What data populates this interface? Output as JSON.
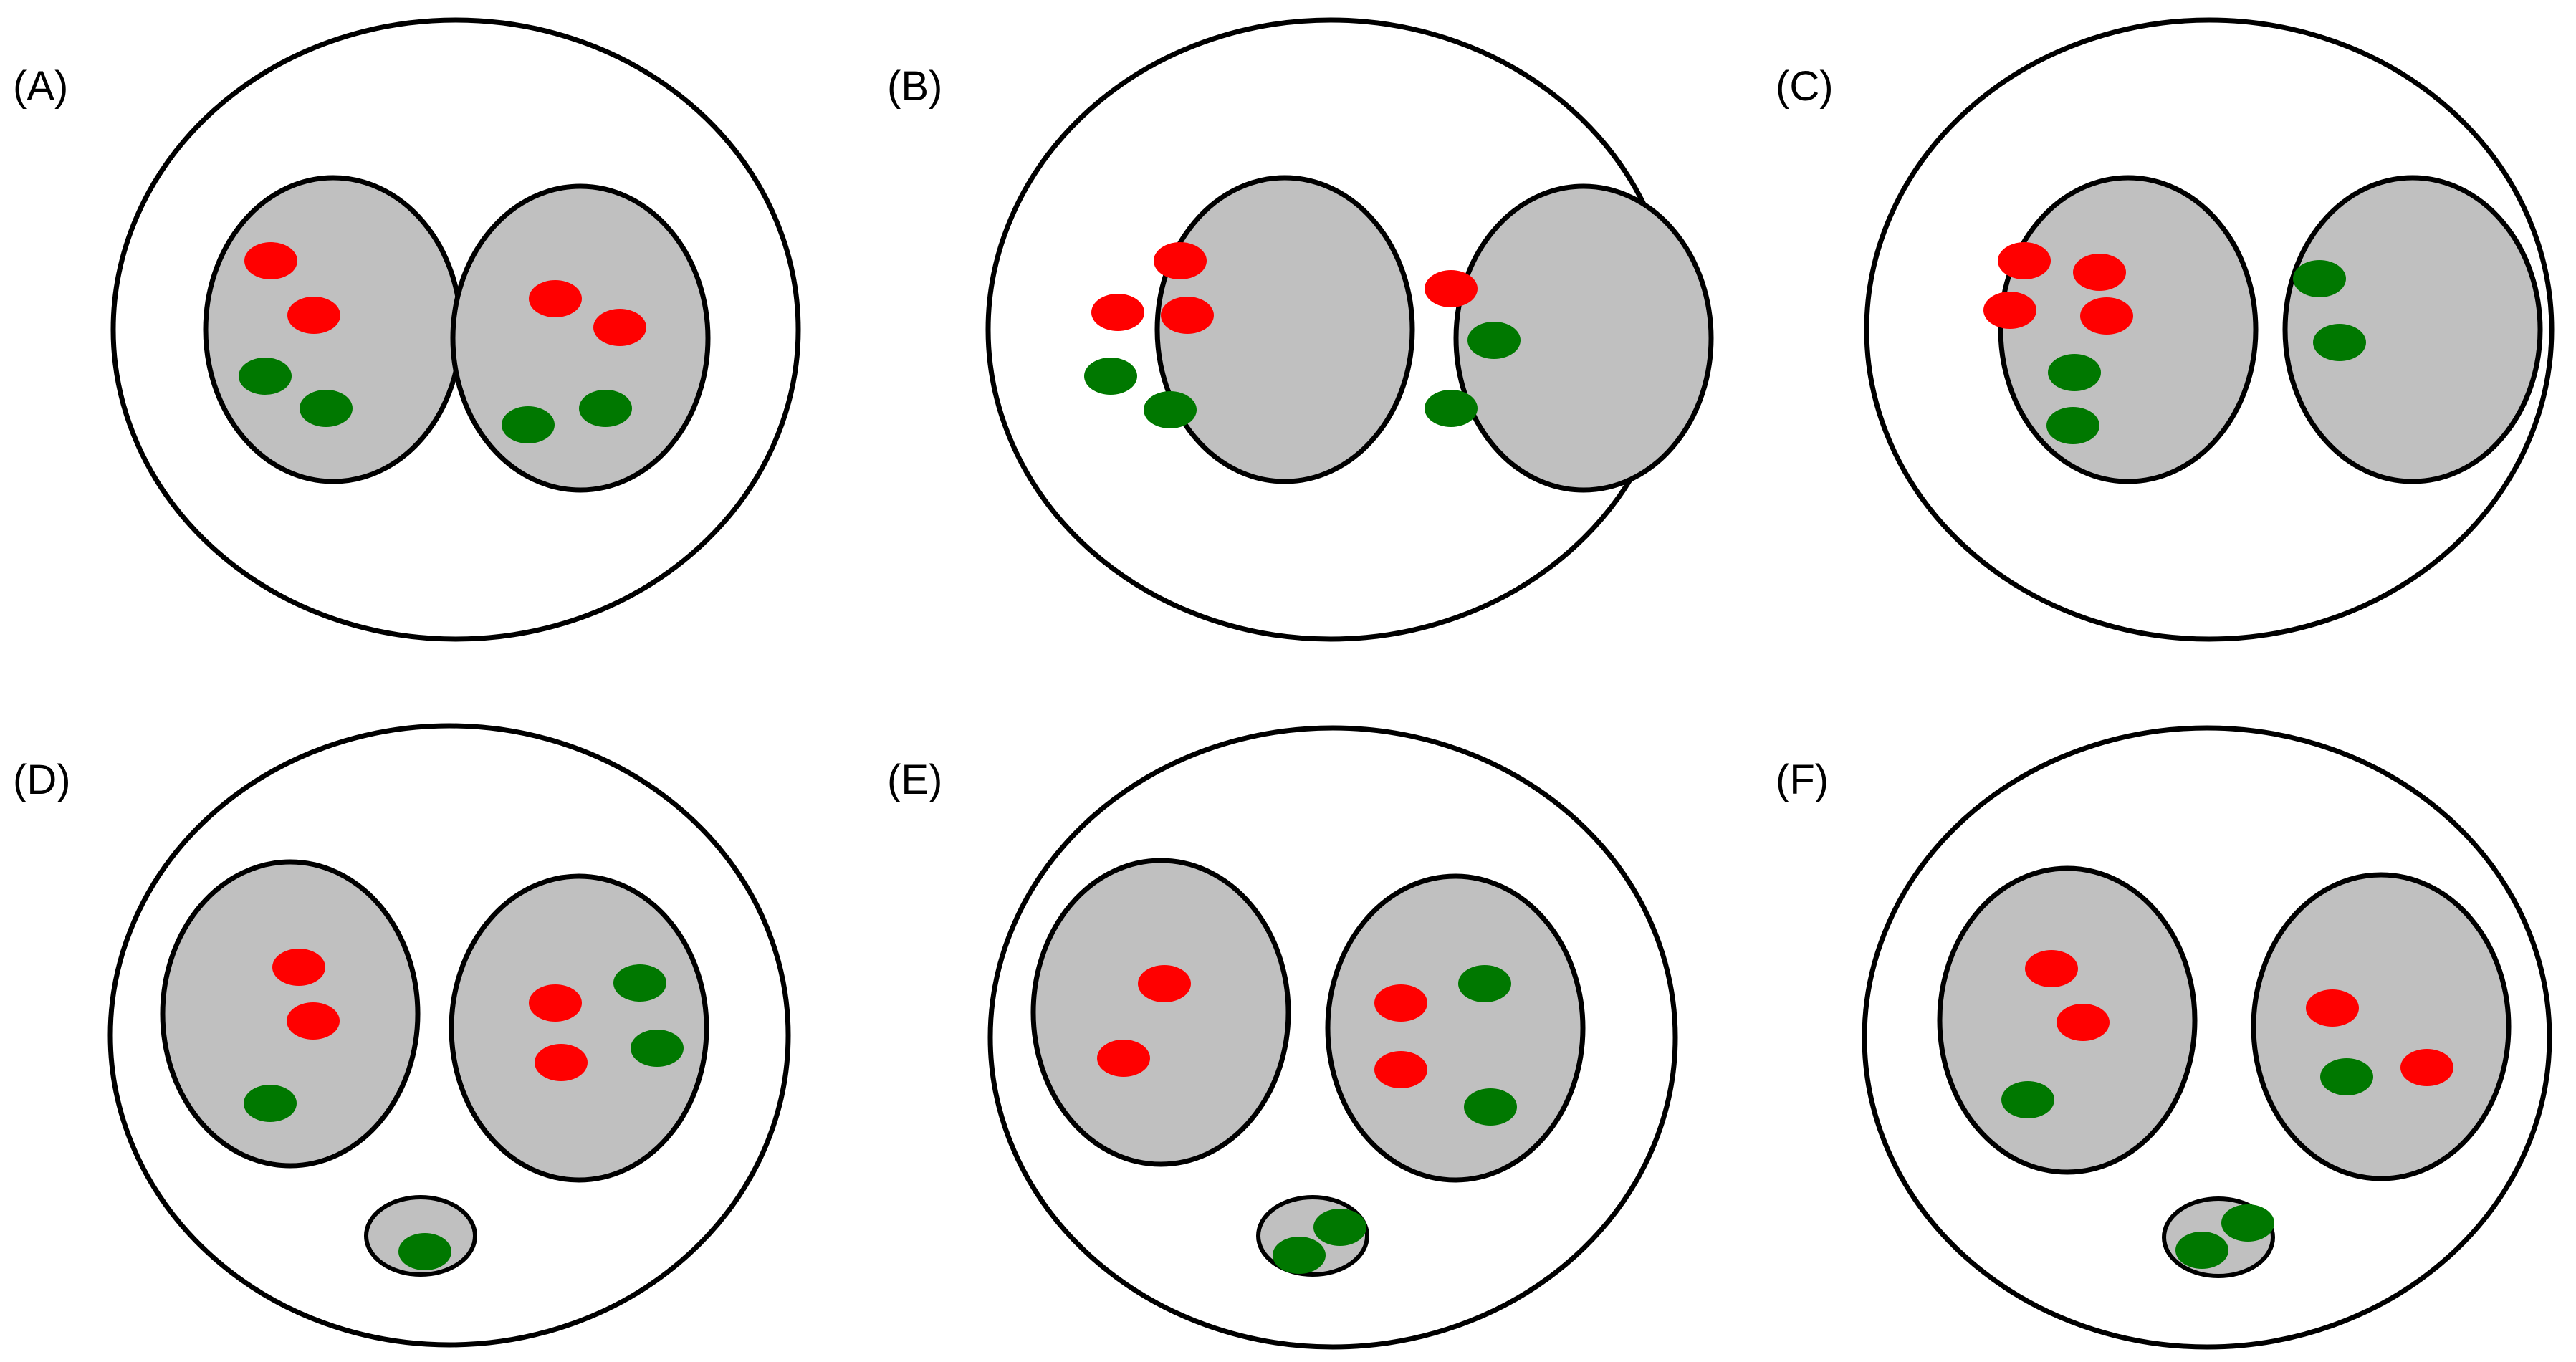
{
  "colors": {
    "background": "#ffffff",
    "outline": "#000000",
    "compartment_fill": "#c0c0c0",
    "red_particle": "#ff0000",
    "green_particle": "#007800"
  },
  "panels": [
    {
      "label": "(A)",
      "has_bud": false,
      "left": {
        "red": 2,
        "green": 2
      },
      "right": {
        "red": 2,
        "green": 2
      },
      "bud": {
        "green": 0
      }
    },
    {
      "label": "(B)",
      "has_bud": false,
      "left": {
        "red": 3,
        "green": 2
      },
      "right": {
        "red": 1,
        "green": 2
      },
      "bud": {
        "green": 0
      }
    },
    {
      "label": "(C)",
      "has_bud": false,
      "left": {
        "red": 4,
        "green": 2
      },
      "right": {
        "red": 0,
        "green": 2
      },
      "bud": {
        "green": 0
      }
    },
    {
      "label": "(D)",
      "has_bud": true,
      "left": {
        "red": 2,
        "green": 1
      },
      "right": {
        "red": 2,
        "green": 2
      },
      "bud": {
        "green": 1
      }
    },
    {
      "label": "(E)",
      "has_bud": true,
      "left": {
        "red": 2,
        "green": 0
      },
      "right": {
        "red": 2,
        "green": 2
      },
      "bud": {
        "green": 2
      }
    },
    {
      "label": "(F)",
      "has_bud": true,
      "left": {
        "red": 2,
        "green": 1
      },
      "right": {
        "red": 2,
        "green": 1
      },
      "bud": {
        "green": 2
      }
    }
  ]
}
